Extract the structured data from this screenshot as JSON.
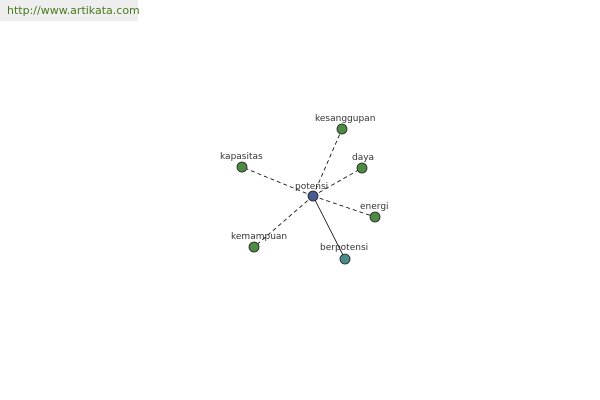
{
  "source": {
    "url_text": "http://www.artikata.com"
  },
  "graph": {
    "center": {
      "id": "potensi",
      "label": "potensi",
      "color": "#4a5a93"
    },
    "nodes": [
      {
        "id": "kesanggupan",
        "label": "kesanggupan",
        "color": "#4e8a45",
        "relation": "synonym",
        "edge": "dashed"
      },
      {
        "id": "kapasitas",
        "label": "kapasitas",
        "color": "#4e8a45",
        "relation": "synonym",
        "edge": "dashed"
      },
      {
        "id": "daya",
        "label": "daya",
        "color": "#4e8a45",
        "relation": "synonym",
        "edge": "dashed"
      },
      {
        "id": "energi",
        "label": "energi",
        "color": "#4e8a45",
        "relation": "synonym",
        "edge": "dashed"
      },
      {
        "id": "kemampuan",
        "label": "kemampuan",
        "color": "#4e8a45",
        "relation": "synonym",
        "edge": "dashed"
      },
      {
        "id": "berpotensi",
        "label": "berpotensi",
        "color": "#4a8c8c",
        "relation": "derived",
        "edge": "solid"
      }
    ]
  }
}
